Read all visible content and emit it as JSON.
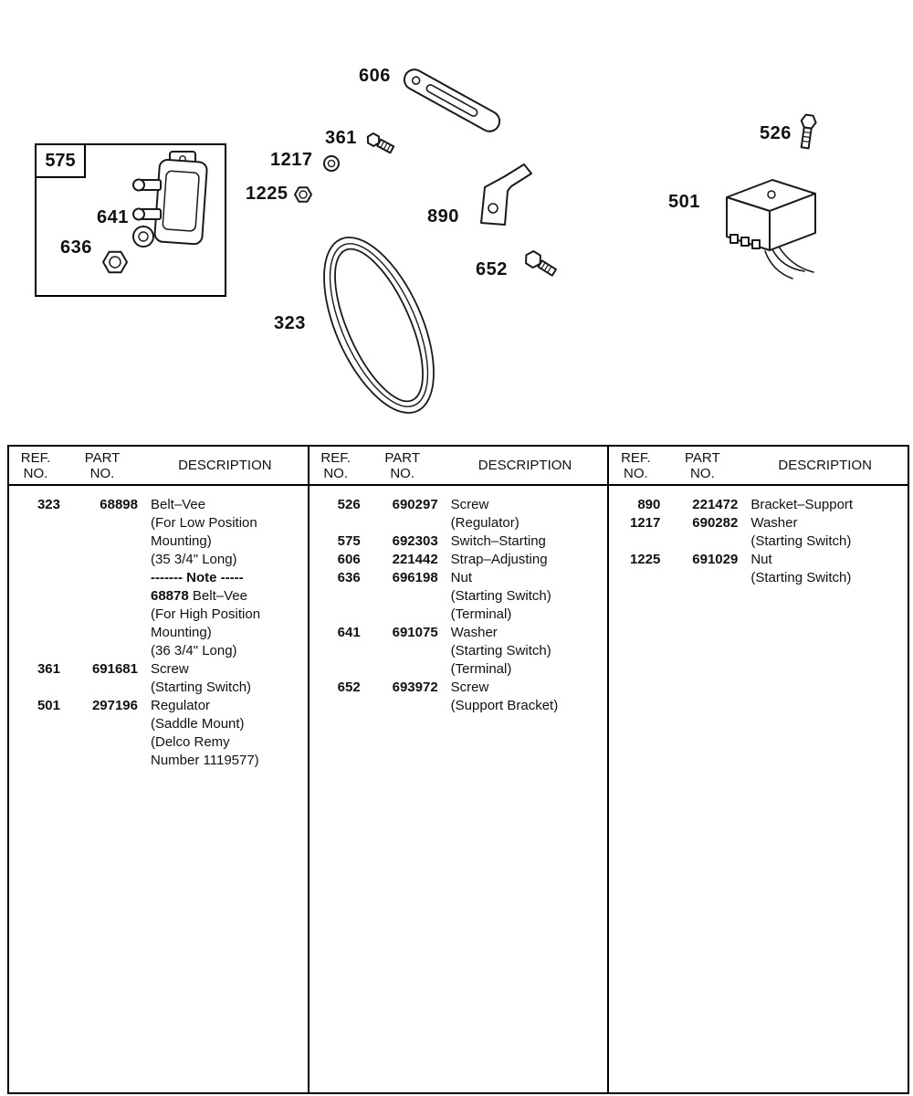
{
  "colors": {
    "ink": "#111111",
    "bg": "#ffffff"
  },
  "diagram": {
    "labels": {
      "n606": "606",
      "n361": "361",
      "n1217": "1217",
      "n1225": "1225",
      "n575": "575",
      "n641": "641",
      "n636": "636",
      "n890": "890",
      "n652": "652",
      "n526": "526",
      "n501": "501",
      "n323": "323"
    }
  },
  "table": {
    "headers": {
      "ref_line1": "REF.",
      "ref_line2": "NO.",
      "part_line1": "PART",
      "part_line2": "NO.",
      "desc": "DESCRIPTION"
    },
    "columns": [
      {
        "rows": [
          {
            "ref": "323",
            "part": "68898",
            "d": "Belt–Vee"
          },
          {
            "d": "(For Low Position"
          },
          {
            "d": "Mounting)"
          },
          {
            "d": "(35 3/4\" Long)"
          },
          {
            "db": "------- Note -----"
          },
          {
            "db": "68878",
            "d": "Belt–Vee"
          },
          {
            "d": "(For High Position"
          },
          {
            "d": "Mounting)"
          },
          {
            "d": "(36 3/4\" Long)"
          },
          {
            "ref": "361",
            "part": "691681",
            "d": "Screw"
          },
          {
            "d": "(Starting Switch)"
          },
          {
            "ref": "501",
            "part": "297196",
            "d": "Regulator"
          },
          {
            "d": "(Saddle Mount)"
          },
          {
            "d": "(Delco Remy"
          },
          {
            "d": "Number 1119577)"
          }
        ]
      },
      {
        "rows": [
          {
            "ref": "526",
            "part": "690297",
            "d": "Screw"
          },
          {
            "d": "(Regulator)"
          },
          {
            "ref": "575",
            "part": "692303",
            "d": "Switch–Starting"
          },
          {
            "ref": "606",
            "part": "221442",
            "d": "Strap–Adjusting"
          },
          {
            "ref": "636",
            "part": "696198",
            "d": "Nut"
          },
          {
            "d": "(Starting Switch)"
          },
          {
            "d": "(Terminal)"
          },
          {
            "ref": "641",
            "part": "691075",
            "d": "Washer"
          },
          {
            "d": "(Starting Switch)"
          },
          {
            "d": "(Terminal)"
          },
          {
            "ref": "652",
            "part": "693972",
            "d": "Screw"
          },
          {
            "d": "(Support Bracket)"
          }
        ]
      },
      {
        "rows": [
          {
            "ref": "890",
            "part": "221472",
            "d": "Bracket–Support"
          },
          {
            "ref": "1217",
            "part": "690282",
            "d": "Washer"
          },
          {
            "d": "(Starting Switch)"
          },
          {
            "ref": "1225",
            "part": "691029",
            "d": "Nut"
          },
          {
            "d": "(Starting Switch)"
          }
        ]
      }
    ]
  }
}
